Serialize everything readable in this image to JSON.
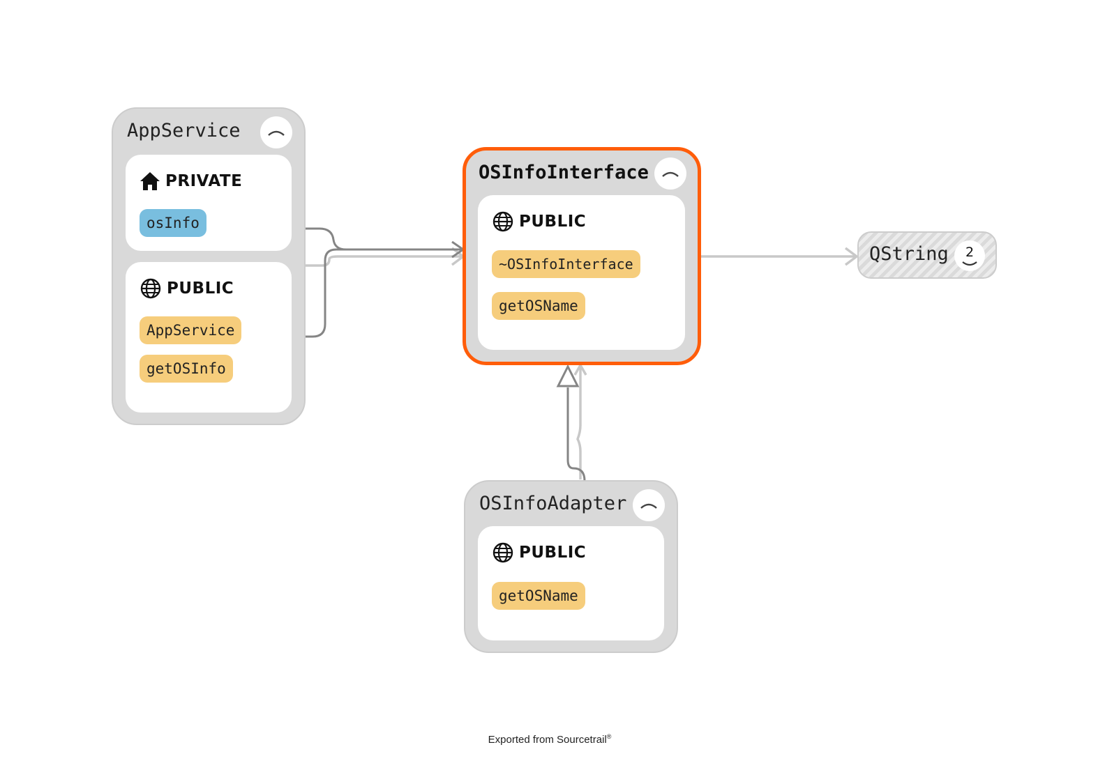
{
  "nodes": {
    "app_service": {
      "title": "AppService",
      "private": {
        "label": "PRIVATE",
        "members": [
          "osInfo"
        ]
      },
      "public": {
        "label": "PUBLIC",
        "members": [
          "AppService",
          "getOSInfo"
        ]
      }
    },
    "os_info_interface": {
      "title": "OSInfoInterface",
      "public": {
        "label": "PUBLIC",
        "members": [
          "~OSInfoInterface",
          "getOSName"
        ]
      }
    },
    "os_info_adapter": {
      "title": "OSInfoAdapter",
      "public": {
        "label": "PUBLIC",
        "members": [
          "getOSName"
        ]
      }
    },
    "qstring": {
      "title": "QString",
      "count": "2"
    }
  },
  "colors": {
    "active_border": "#ff5d0a",
    "method": "#f6cd7c",
    "field": "#79bedf",
    "node_bg": "#d9d9d9",
    "edge_dark": "#858585",
    "edge_light": "#c8c8c8"
  },
  "footer": {
    "text": "Exported from Sourcetrail",
    "mark": "®"
  }
}
